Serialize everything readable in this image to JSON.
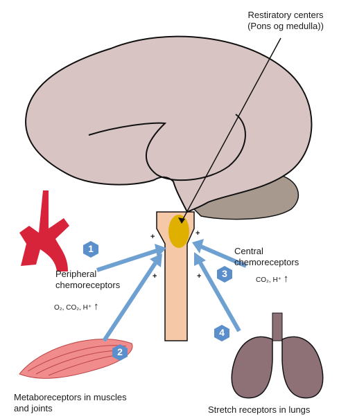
{
  "title_label": {
    "line1": "Restiratory centers",
    "line2": "(Pons og medulla))"
  },
  "receptors": [
    {
      "number": "1",
      "line1": "Peripheral",
      "line2": "chemoreceptors",
      "stimuli": "O₂, CO₂, H⁺",
      "arrow": "↑"
    },
    {
      "number": "2",
      "line1": "Metaboreceptors in muscles",
      "line2": "and joints"
    },
    {
      "number": "3",
      "line1": "Central",
      "line2": "chemoreceptors",
      "stimuli": "CO₂, H⁺",
      "arrow": "↑"
    },
    {
      "number": "4",
      "line1": "Stretch receptors in lungs"
    }
  ],
  "plus_sign": "+",
  "colors": {
    "brain": "#d9c4c4",
    "cerebellum": "#a8998e",
    "brainstem": "#f5c9a8",
    "respiratory_center": "#e0b000",
    "arrow": "#6fa0d2",
    "badge": "#5b8fcb",
    "artery": "#d8243a",
    "muscle": "#f08c8c",
    "lungs": "#8e7177",
    "outline": "#111111"
  }
}
